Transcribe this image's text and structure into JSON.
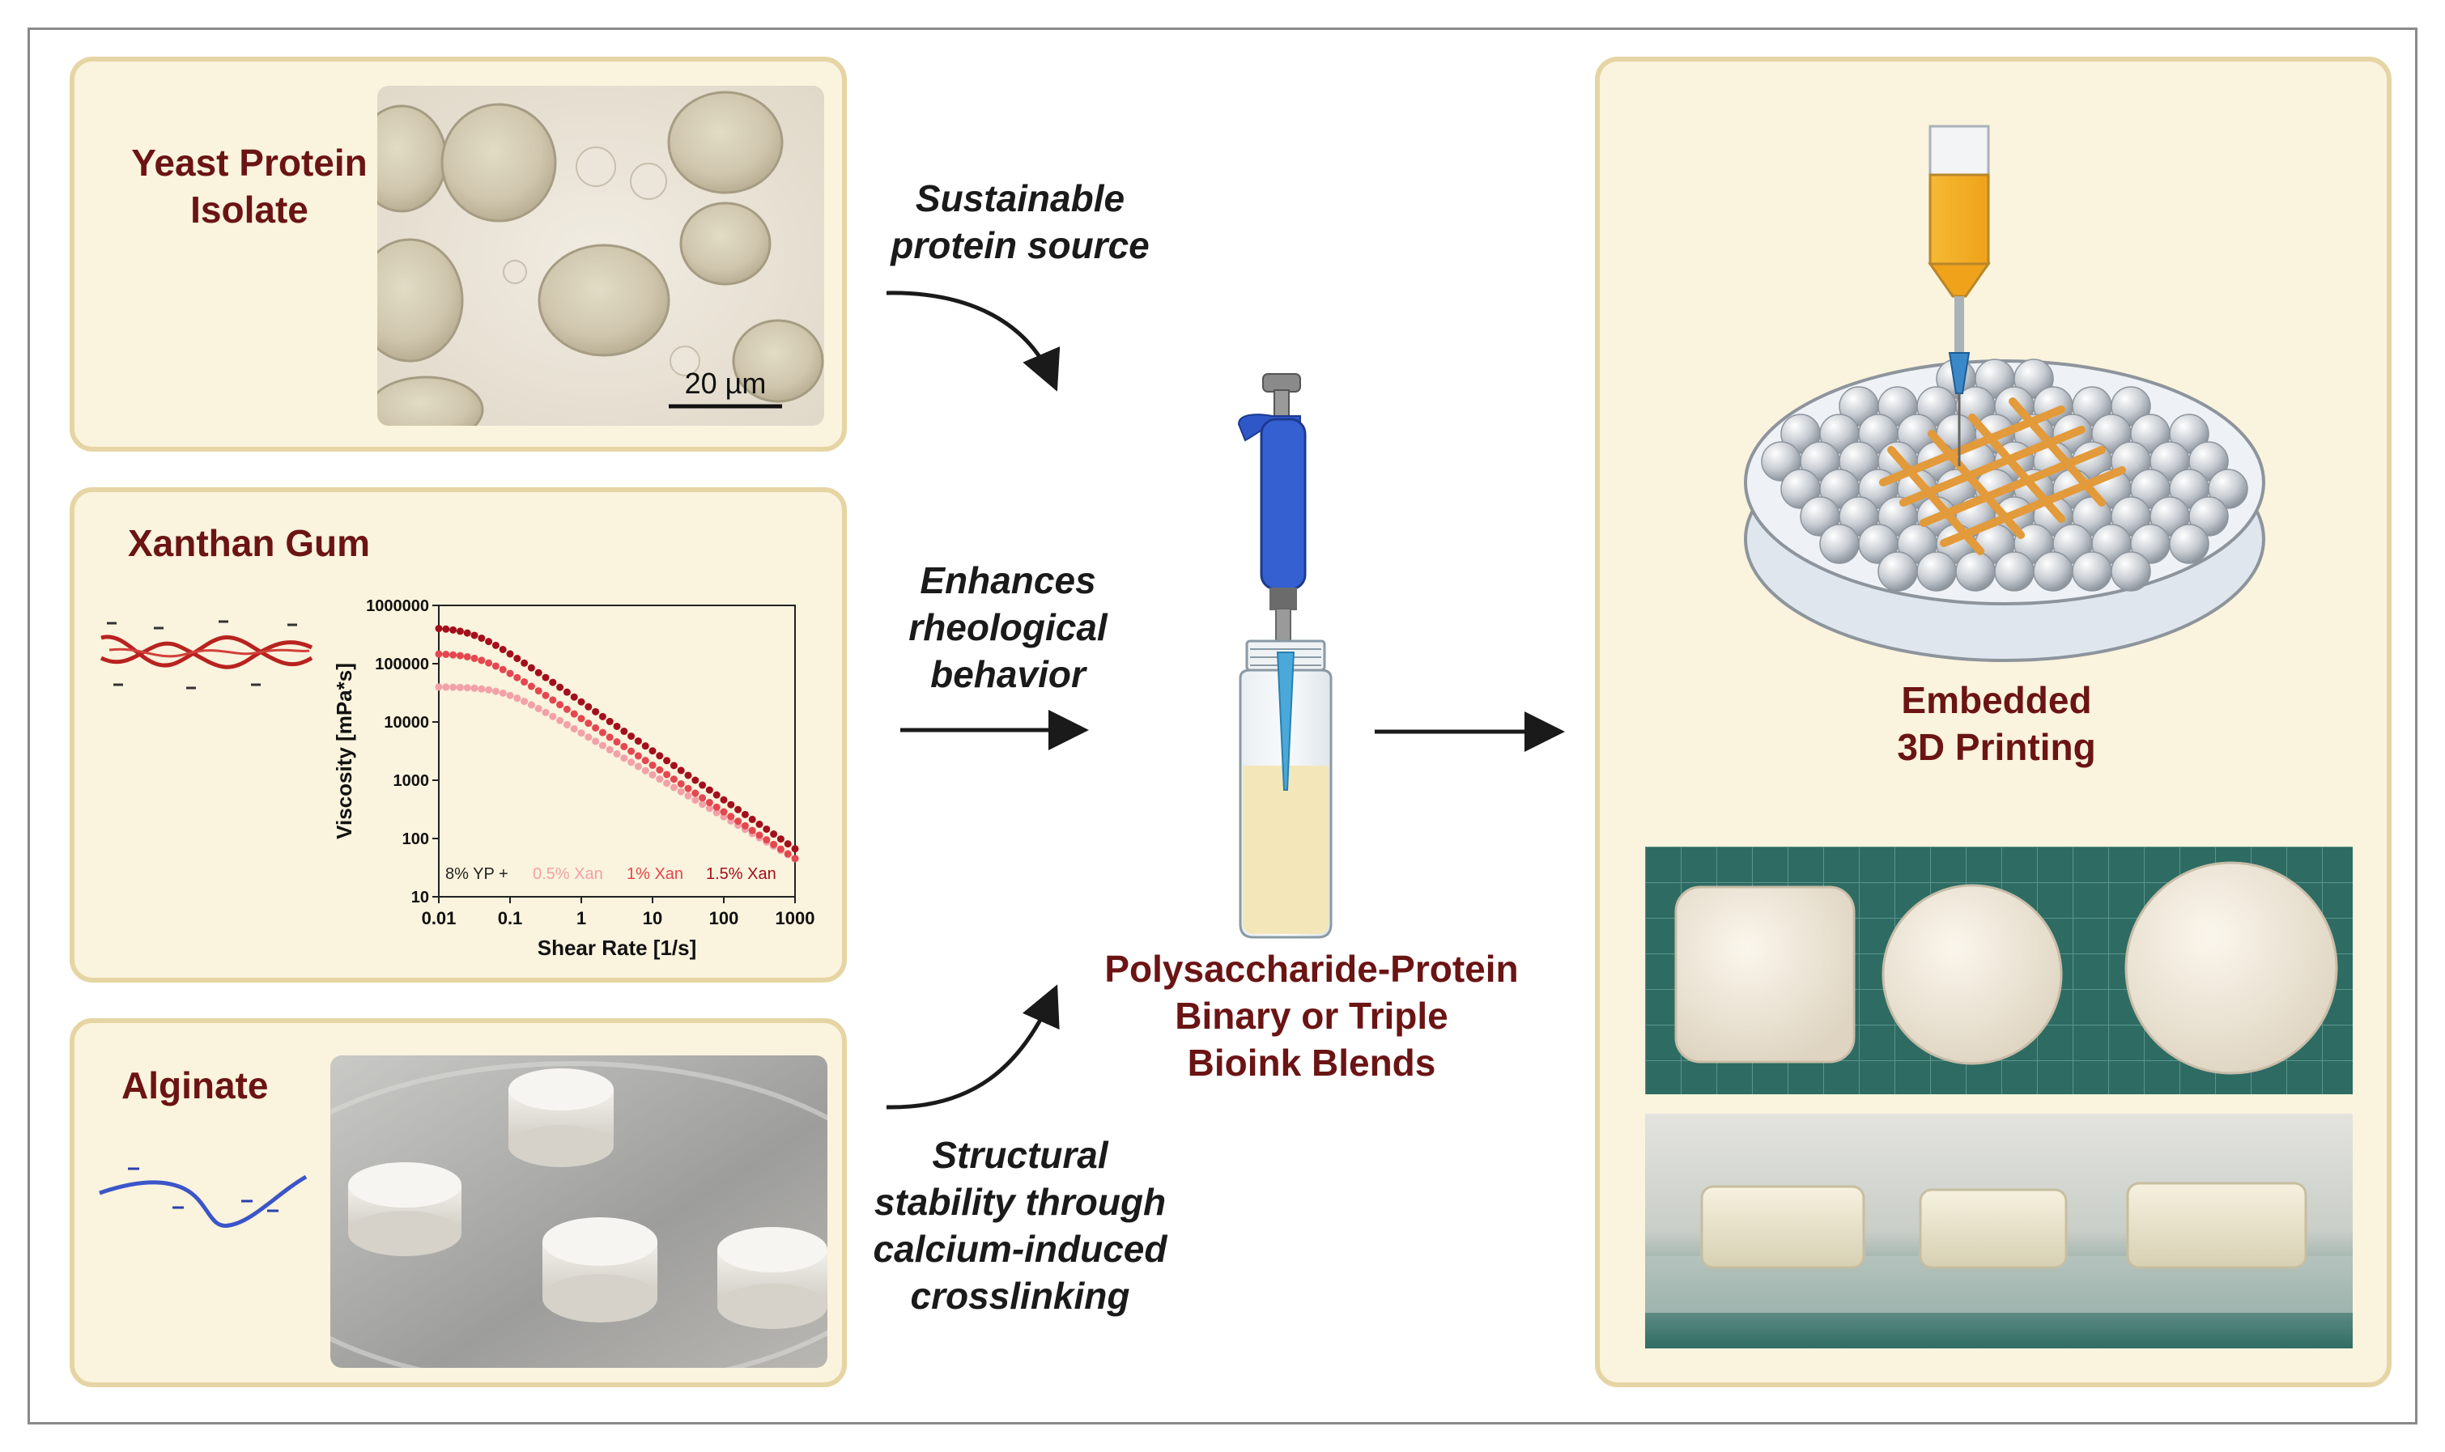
{
  "panels": {
    "yeast": {
      "title_line1": "Yeast Protein",
      "title_line2": "Isolate",
      "scale_bar": "20 µm"
    },
    "xanthan": {
      "title": "Xanthan Gum"
    },
    "alginate": {
      "title": "Alginate"
    },
    "printing": {
      "title_line1": "Embedded",
      "title_line2": "3D Printing"
    }
  },
  "captions": {
    "sustainable": [
      "Sustainable",
      "protein source"
    ],
    "enhances": [
      "Enhances",
      "rheological",
      "behavior"
    ],
    "structural": [
      "Structural",
      "stability through",
      "calcium-induced",
      "crosslinking"
    ]
  },
  "center_label": [
    "Polysaccharide-Protein",
    "Binary or Triple",
    "Bioink Blends"
  ],
  "colors": {
    "title": "#6b1414",
    "panel_bg": "#faf3dd",
    "panel_border": "#e6d5a4",
    "arrow": "#1a1a1a"
  },
  "chart_data": {
    "type": "scatter",
    "xlabel": "Shear Rate [1/s]",
    "ylabel": "Viscosity [mPa*s]",
    "x_scale": "log",
    "y_scale": "log",
    "xlim": [
      0.01,
      1000
    ],
    "ylim": [
      10,
      1000000
    ],
    "x_ticks": [
      "0.01",
      "0.1",
      "1",
      "10",
      "100",
      "1000"
    ],
    "y_ticks": [
      "10",
      "100",
      "1000",
      "10000",
      "100000",
      "1000000"
    ],
    "legend_prefix": "8% YP +",
    "series": [
      {
        "name": "0.5% Xan",
        "color": "#f2a1a8",
        "eta0": 40000,
        "gamma_c": 0.08,
        "n": 0.72
      },
      {
        "name": "1% Xan",
        "color": "#e4474f",
        "eta0": 150000,
        "gamma_c": 0.04,
        "n": 0.8
      },
      {
        "name": "1.5% Xan",
        "color": "#a30f1c",
        "eta0": 420000,
        "gamma_c": 0.03,
        "n": 0.84
      }
    ]
  }
}
